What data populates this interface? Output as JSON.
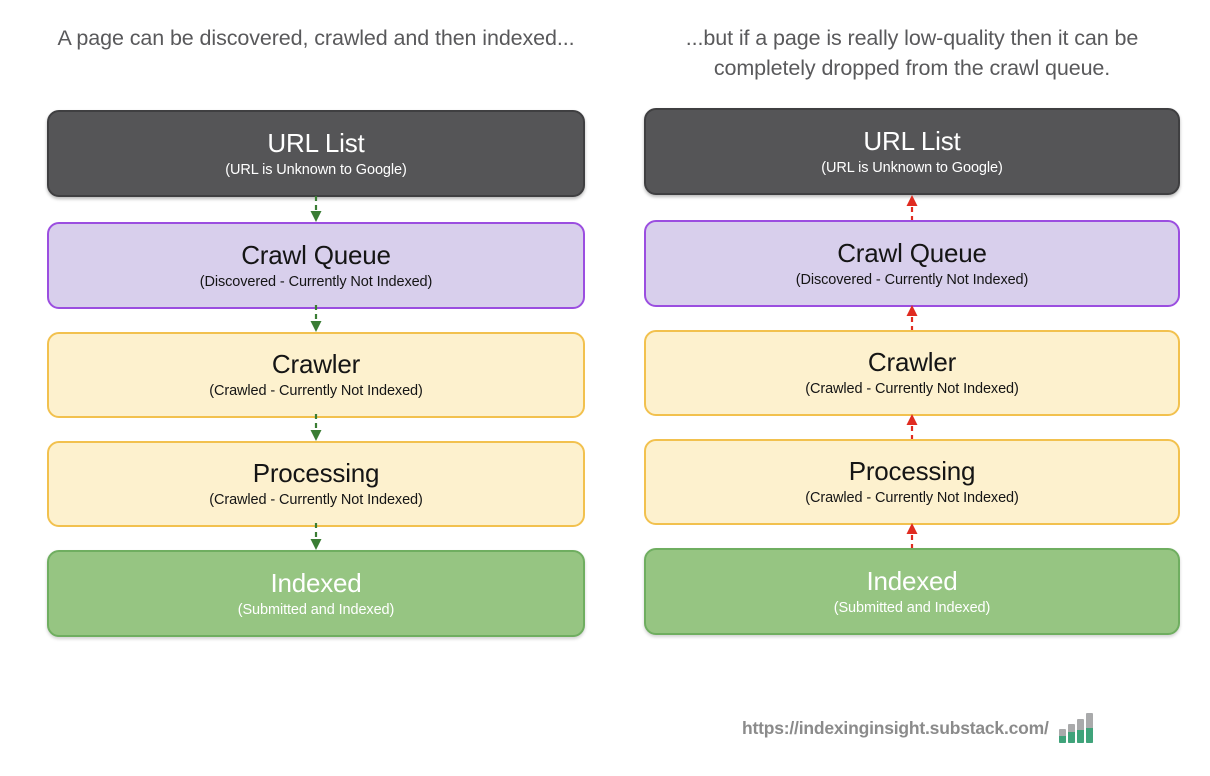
{
  "headings": {
    "left": "A page can be discovered, crawled and then indexed...",
    "right": "...but if a page is really low-quality then it can be completely dropped from the crawl queue."
  },
  "colors": {
    "dark_fill": "#555557",
    "dark_border": "#3f3f41",
    "purple_fill": "#d8cfec",
    "purple_border": "#9b4ee0",
    "yellow_fill": "#fdf1ce",
    "yellow_border": "#f2c14e",
    "green_fill": "#96c582",
    "green_border": "#6fae60",
    "arrow_green": "#3a7d34",
    "arrow_red": "#e02b20",
    "heading_text": "#59595b",
    "footer_text": "#8b8b8b",
    "logo_green": "#3fa37a",
    "logo_gray": "#a9aaab"
  },
  "left_flow": {
    "direction": "downward",
    "arrow_color": "#3a7d34",
    "arrow_style": "dashed",
    "nodes": [
      {
        "title": "URL List",
        "sub": "(URL is Unknown to Google)",
        "variant": "dark"
      },
      {
        "title": "Crawl Queue",
        "sub": "(Discovered - Currently Not Indexed)",
        "variant": "purple"
      },
      {
        "title": "Crawler",
        "sub": "(Crawled - Currently Not Indexed)",
        "variant": "yellow"
      },
      {
        "title": "Processing",
        "sub": "(Crawled - Currently Not Indexed)",
        "variant": "yellow"
      },
      {
        "title": "Indexed",
        "sub": "(Submitted and Indexed)",
        "variant": "green"
      }
    ]
  },
  "right_flow": {
    "direction": "upward",
    "arrow_color": "#e02b20",
    "arrow_style": "dashed",
    "nodes": [
      {
        "title": "URL List",
        "sub": "(URL is Unknown to Google)",
        "variant": "dark"
      },
      {
        "title": "Crawl Queue",
        "sub": "(Discovered - Currently Not Indexed)",
        "variant": "purple"
      },
      {
        "title": "Crawler",
        "sub": "(Crawled - Currently Not Indexed)",
        "variant": "yellow"
      },
      {
        "title": "Processing",
        "sub": "(Crawled - Currently Not Indexed)",
        "variant": "yellow"
      },
      {
        "title": "Indexed",
        "sub": "(Submitted and Indexed)",
        "variant": "green"
      }
    ]
  },
  "footer": {
    "url": "https://indexinginsight.substack.com/",
    "logo_name": "bar-chart-logo",
    "logo_bars": [
      {
        "total": 14,
        "green": 7
      },
      {
        "total": 19,
        "green": 11
      },
      {
        "total": 24,
        "green": 13
      },
      {
        "total": 30,
        "green": 15
      }
    ]
  }
}
